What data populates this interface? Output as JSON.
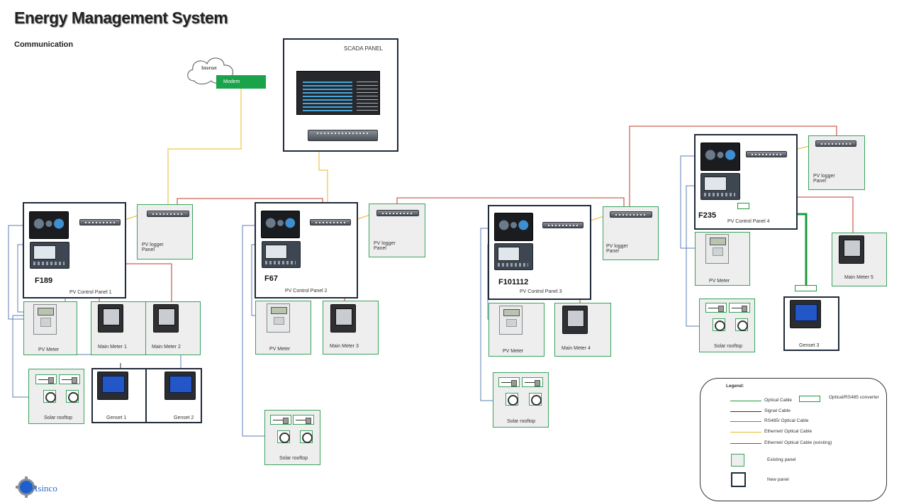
{
  "title": "Energy Management System",
  "subtitle": "Communication",
  "cloud_label": "Internet",
  "modem_label": "Modem",
  "scada_label": "SCADA PANEL",
  "panels": {
    "p1": {
      "tag": "F189",
      "name": "PV Control Panel 1"
    },
    "p2": {
      "tag": "F67",
      "name": "PV Control Panel 2"
    },
    "p3": {
      "tag": "F101112",
      "name": "PV Control Panel 3"
    },
    "p4": {
      "tag": "F235",
      "name": "PV Control Panel 4"
    }
  },
  "logger_label": "PV logger Panel",
  "pv_meter": "PV Meter",
  "main_meters": [
    "Main Meter 1",
    "Main Meter 2",
    "Main Meter 3",
    "Main Meter 4",
    "Main Meter 5"
  ],
  "solar_rooftop": "Solar rooftop",
  "gensets": [
    "Genset 1",
    "Genset 2",
    "Genset 3"
  ],
  "legend": {
    "title": "Legend:",
    "optical": "Optical Cable",
    "converter": "Optical/RS485 converter",
    "signal": "Signal Cable",
    "rs485": "RS485/ Optical Cable",
    "ethernet": "Ethernet/ Optical Cable",
    "ethernet_existing": "Ethernet/ Optical Cable (existing)",
    "existing_panel": "Existing panel",
    "new_panel": "New panel"
  },
  "logo": "Asinco",
  "colors": {
    "ethernet": "#e8b923",
    "ethernet_existing": "#c0392b",
    "rs485": "#5b7fb5",
    "optical": "#1a9b3a",
    "signal": "#333333",
    "existing_panel_border": "#3aa35c",
    "new_panel_border": "#1f2a3a"
  }
}
